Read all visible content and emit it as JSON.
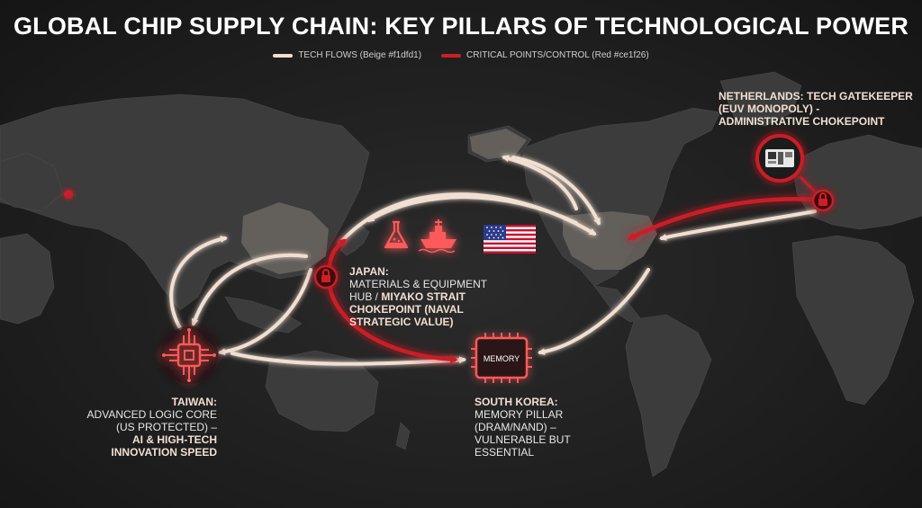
{
  "title": "GLOBAL CHIP SUPPLY CHAIN: KEY PILLARS OF TECHNOLOGICAL POWER",
  "legend": {
    "flows": "TECH FLOWS (Beige #f1dfd1)",
    "critical": "CRITICAL POINTS/CONTROL (Red #ce1f26)"
  },
  "colors": {
    "flows": "#f1dfd1",
    "critical": "#ce1f26",
    "background": "#1e1e1e"
  },
  "nodes": {
    "netherlands": {
      "heading": "NETHERLANDS: TECH GATEKEEPER",
      "line2": "(EUV MONOPOLY) -",
      "line3": "ADMINISTRATIVE CHOKEPOINT",
      "icon": "euv-machine-icon"
    },
    "japan": {
      "heading": "JAPAN:",
      "line1": "MATERIALS & EQUIPMENT",
      "line2_plain": "HUB / ",
      "line2_bold": "MIYAKO STRAIT",
      "line3": "CHOKEPOINT (NAVAL",
      "line4": "STRATEGIC VALUE)",
      "icons": [
        "flask-icon",
        "ship-icon",
        "us-flag-icon"
      ]
    },
    "taiwan": {
      "heading": "TAIWAN:",
      "line1": "ADVANCED LOGIC CORE",
      "line2": "(US PROTECTED) –",
      "line3": "AI & HIGH-TECH",
      "line4": "INNOVATION SPEED",
      "icon": "circuit-chip-icon"
    },
    "south_korea": {
      "heading": "SOUTH KOREA:",
      "line1": "MEMORY PILLAR",
      "line2": "(DRAM/NAND) –",
      "line3": "VULNERABLE BUT",
      "line4": "ESSENTIAL",
      "chip_label": "MEMORY",
      "icon": "memory-chip-icon"
    }
  }
}
